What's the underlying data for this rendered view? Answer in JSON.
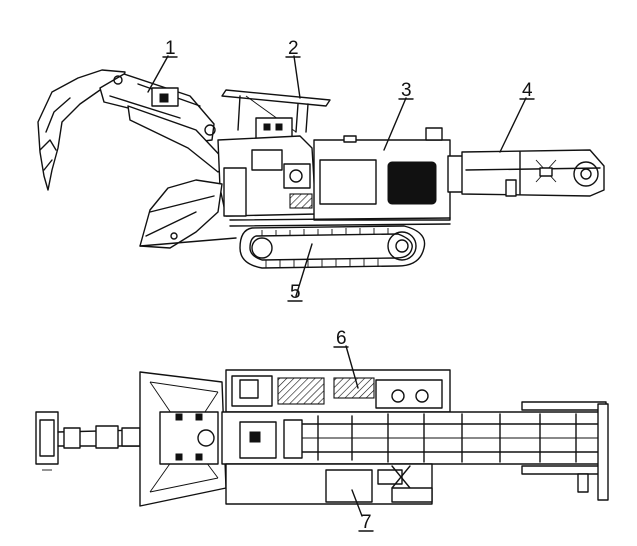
{
  "figure": {
    "colors": {
      "line": "#111111",
      "background": "#ffffff"
    },
    "side_view": {
      "callouts": [
        {
          "id": "1",
          "label": "1"
        },
        {
          "id": "2",
          "label": "2"
        },
        {
          "id": "3",
          "label": "3"
        },
        {
          "id": "4",
          "label": "4"
        },
        {
          "id": "5",
          "label": "5"
        }
      ]
    },
    "top_view": {
      "callouts": [
        {
          "id": "6",
          "label": "6"
        },
        {
          "id": "7",
          "label": "7"
        }
      ]
    }
  }
}
